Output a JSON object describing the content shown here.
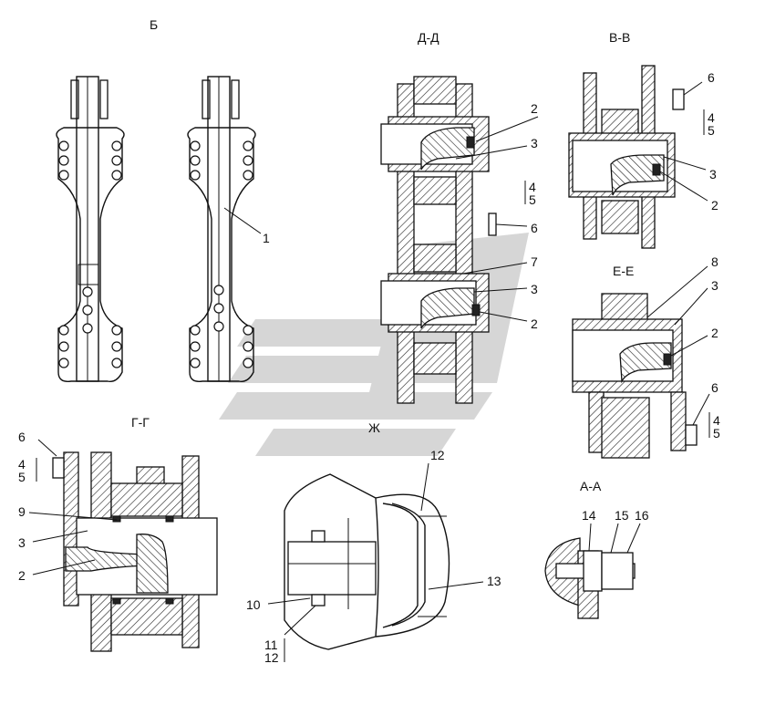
{
  "views": {
    "b": "Б",
    "dd": "Д-Д",
    "vv": "В-В",
    "ee": "Е-Е",
    "gg": "Г-Г",
    "zh": "Ж",
    "aa": "А-А"
  },
  "callouts": {
    "b": [
      "1"
    ],
    "dd": [
      "2",
      "3",
      "4",
      "5",
      "6",
      "7",
      "3",
      "2"
    ],
    "vv": [
      "6",
      "4",
      "5",
      "3",
      "2"
    ],
    "ee": [
      "8",
      "3",
      "2",
      "6",
      "4",
      "5"
    ],
    "gg": [
      "6",
      "4",
      "5",
      "9",
      "3",
      "2"
    ],
    "zh": [
      "12",
      "13",
      "10",
      "11",
      "12"
    ],
    "aa": [
      "14",
      "15",
      "16"
    ]
  },
  "colors": {
    "line": "#111111",
    "watermark": "#c8c8c8"
  }
}
